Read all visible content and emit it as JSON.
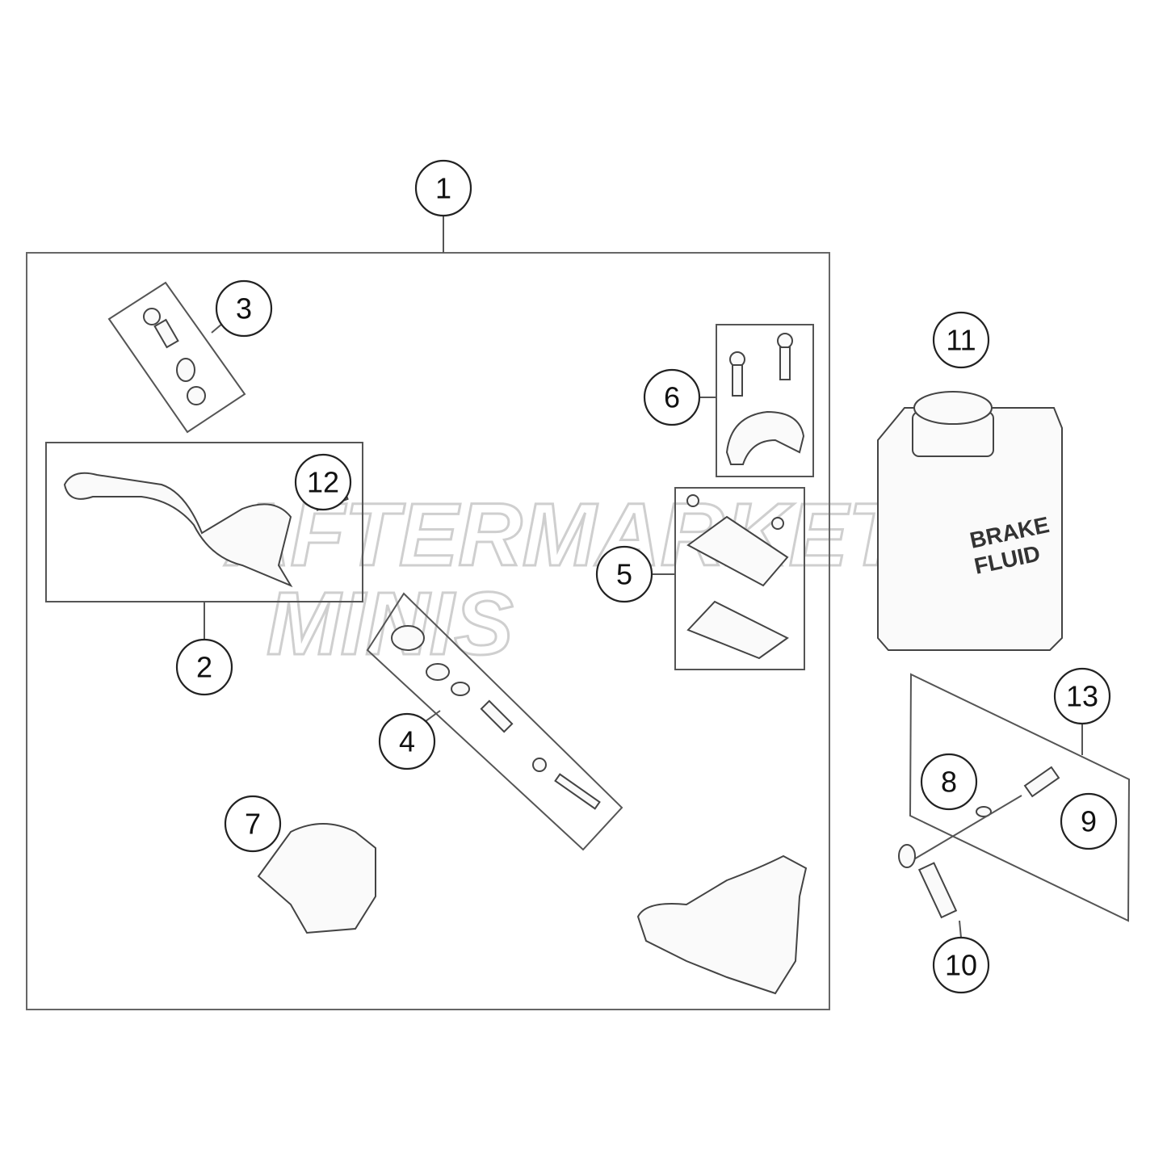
{
  "callouts": {
    "c1": "1",
    "c2": "2",
    "c3": "3",
    "c4": "4",
    "c5": "5",
    "c6": "6",
    "c7": "7",
    "c8": "8",
    "c9": "9",
    "c10": "10",
    "c11": "11",
    "c12": "12",
    "c13": "13"
  },
  "bottle_label": {
    "line1": "BRAKE",
    "line2": "FLUID"
  },
  "watermark": {
    "line1": "AFTERMARKET",
    "line2": "MINIS"
  }
}
